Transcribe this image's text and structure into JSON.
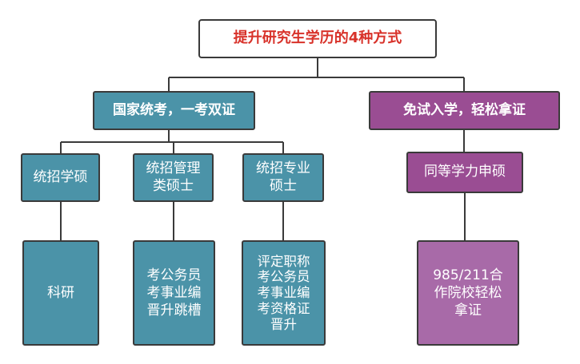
{
  "title": "提升研究生学历的4种方式",
  "colors": {
    "teal": "#4b93a8",
    "purple": "#9a4d93",
    "purple_light": "#a86aa8",
    "title_text": "#d8322a",
    "line": "#3a3a3a"
  },
  "branches": [
    {
      "label": "国家统考，一考双证",
      "children": [
        {
          "label": [
            "统招学硕"
          ],
          "leaf": [
            "科研"
          ]
        },
        {
          "label": [
            "统招管理",
            "类硕士"
          ],
          "leaf": [
            "考公务员",
            "考事业编",
            "晋升跳槽"
          ]
        },
        {
          "label": [
            "统招专业",
            "硕士"
          ],
          "leaf": [
            "评定职称",
            "考公务员",
            "考事业编",
            "考资格证",
            "晋升"
          ]
        }
      ]
    },
    {
      "label": "免试入学，轻松拿证",
      "children": [
        {
          "label": [
            "同等学力申硕"
          ],
          "leaf": [
            "985/211合",
            "作院校轻松",
            "拿证"
          ]
        }
      ]
    }
  ]
}
